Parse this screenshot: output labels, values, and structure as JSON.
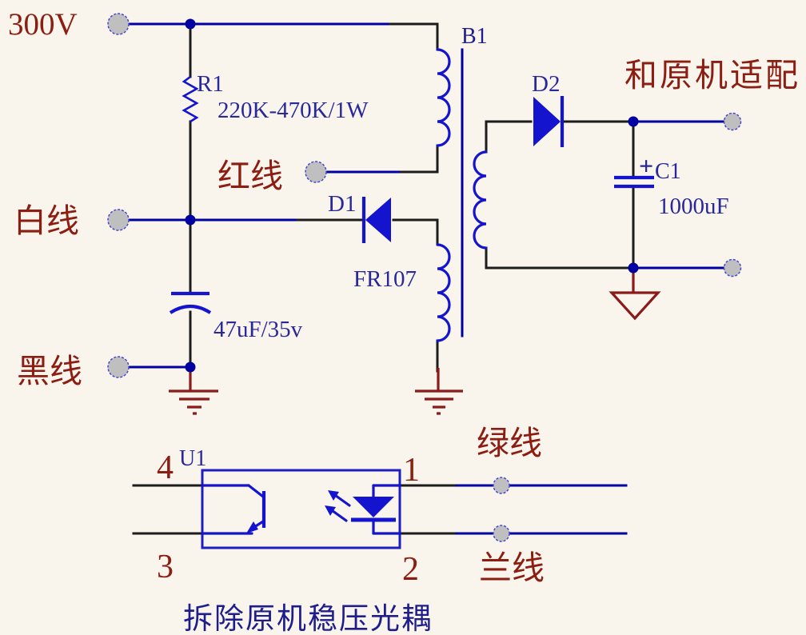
{
  "palette": {
    "background": "#faf5ec",
    "wire_blue": "#0000a2",
    "component_blue": "#1414cf",
    "lead_black": "#1c1c1c",
    "label_red": "#8b1d12",
    "label_blue": "#28289a",
    "ground_red": "#8b1a1a",
    "terminal_gray": "#bfbfbf"
  },
  "terminals": {
    "v300": "300V",
    "red_wire": "红线",
    "white_wire": "白线",
    "black_wire": "黑线",
    "green_wire": "绿线",
    "blue_wire": "兰线"
  },
  "components": {
    "r1": {
      "ref": "R1",
      "value": "220K-470K/1W"
    },
    "c_input": {
      "value": "47uF/35v"
    },
    "d1": {
      "ref": "D1",
      "value": "FR107"
    },
    "transformer": {
      "ref": "B1"
    },
    "d2": {
      "ref": "D2"
    },
    "c1": {
      "ref": "C1",
      "value": "1000uF",
      "polarity": "+"
    },
    "u1": {
      "ref": "U1",
      "pin1": "1",
      "pin2": "2",
      "pin3": "3",
      "pin4": "4"
    }
  },
  "annotations": {
    "output_note": "和原机适配",
    "optocoupler_note": "拆除原机稳压光耦"
  }
}
